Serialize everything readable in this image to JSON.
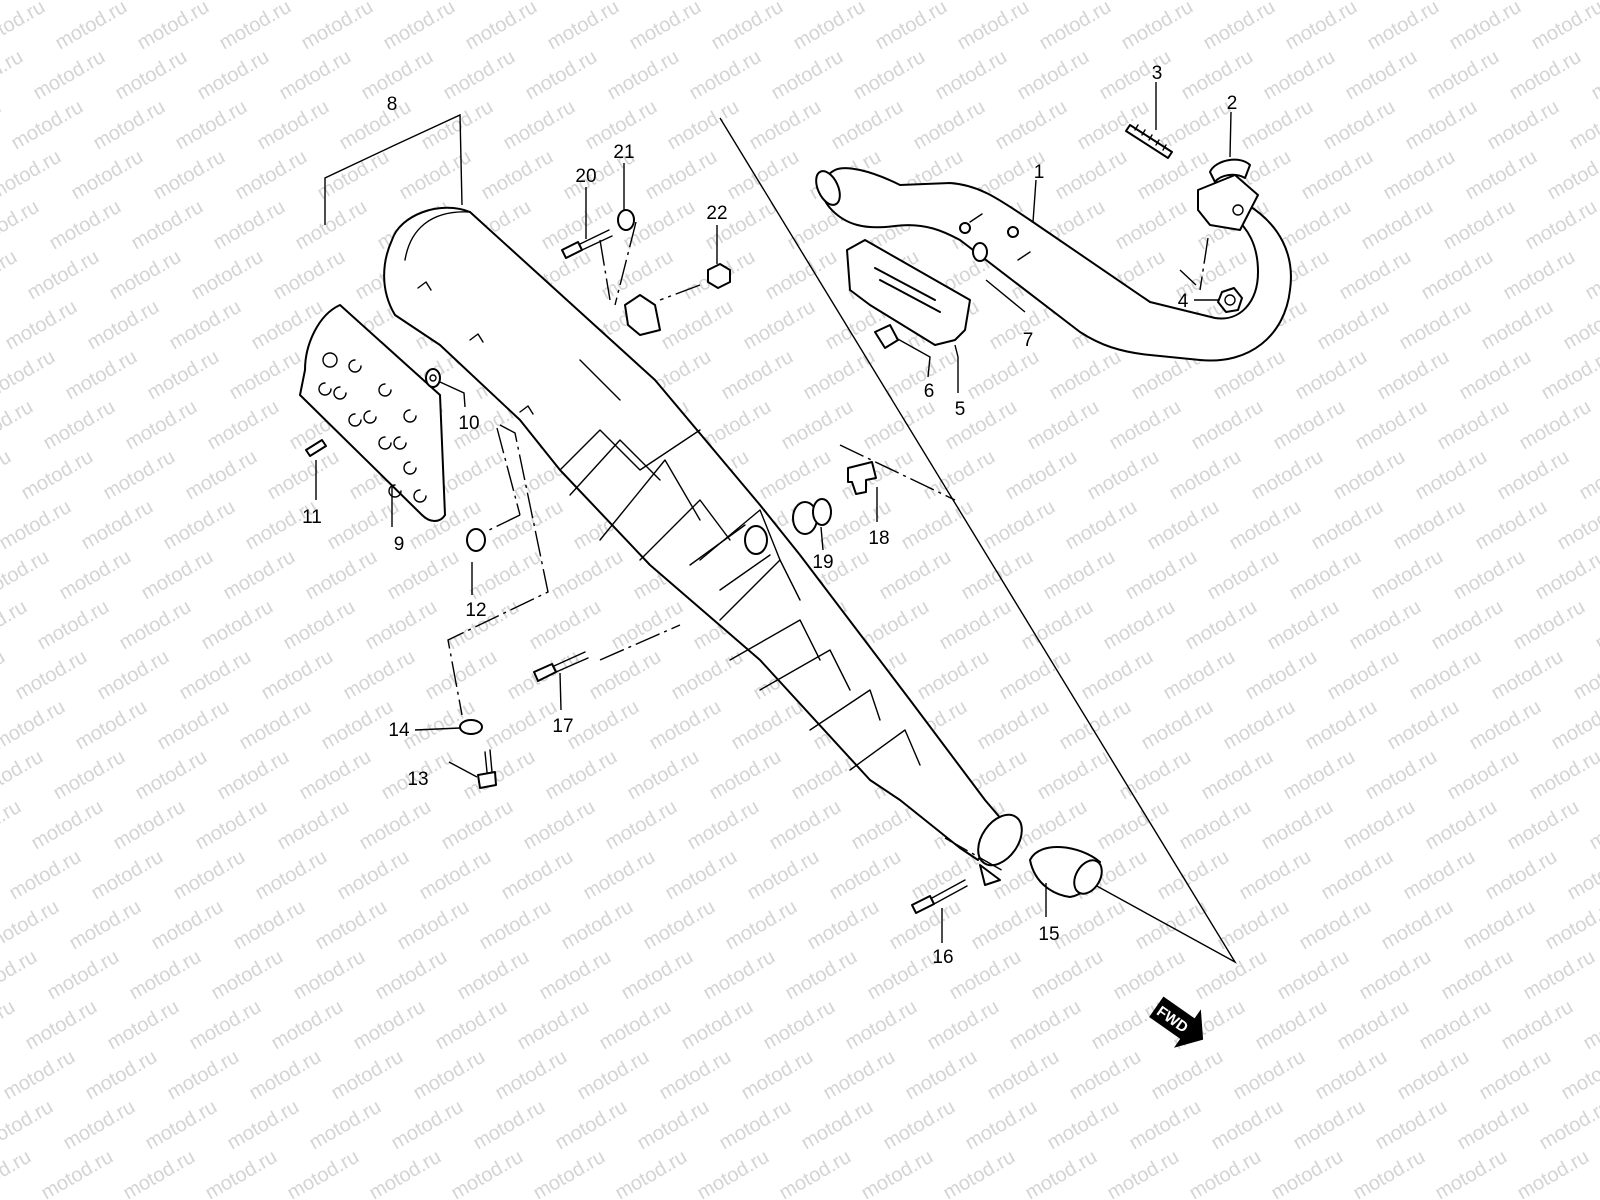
{
  "watermark": {
    "text": "motod.ru",
    "color": "#d4d4d4"
  },
  "diagram": {
    "line_color": "#000000",
    "background": "#ffffff"
  },
  "callouts": [
    {
      "id": "1",
      "label": "1"
    },
    {
      "id": "2",
      "label": "2"
    },
    {
      "id": "3",
      "label": "3"
    },
    {
      "id": "4",
      "label": "4"
    },
    {
      "id": "5",
      "label": "5"
    },
    {
      "id": "6",
      "label": "6"
    },
    {
      "id": "7",
      "label": "7"
    },
    {
      "id": "8",
      "label": "8"
    },
    {
      "id": "9",
      "label": "9"
    },
    {
      "id": "10",
      "label": "10"
    },
    {
      "id": "11",
      "label": "11"
    },
    {
      "id": "12",
      "label": "12"
    },
    {
      "id": "13",
      "label": "13"
    },
    {
      "id": "14",
      "label": "14"
    },
    {
      "id": "15",
      "label": "15"
    },
    {
      "id": "16",
      "label": "16"
    },
    {
      "id": "17",
      "label": "17"
    },
    {
      "id": "18",
      "label": "18"
    },
    {
      "id": "19",
      "label": "19"
    },
    {
      "id": "20",
      "label": "20"
    },
    {
      "id": "21",
      "label": "21"
    },
    {
      "id": "22",
      "label": "22"
    }
  ],
  "direction_badge": {
    "label": "FWD",
    "icon": "fwd-arrow-icon"
  }
}
